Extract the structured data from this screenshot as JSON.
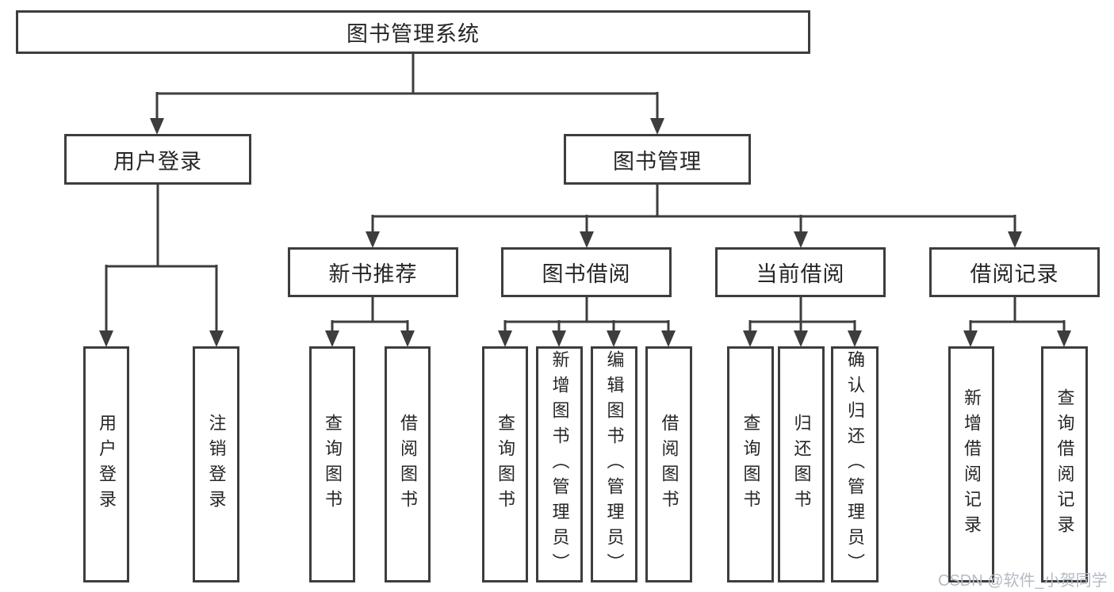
{
  "title": "图书管理系统",
  "colors": {
    "line": "#3d3d3d",
    "box_border": "#3d3d3d",
    "text": "#262626",
    "watermark": "#b5bbc5",
    "background": "#ffffff"
  },
  "root": {
    "label": "图书管理系统"
  },
  "level2": [
    {
      "label": "用户登录"
    },
    {
      "label": "图书管理"
    }
  ],
  "level3": [
    {
      "label": "新书推荐"
    },
    {
      "label": "图书借阅"
    },
    {
      "label": "当前借阅"
    },
    {
      "label": "借阅记录"
    }
  ],
  "leaves": {
    "user_login_group": [
      {
        "label": "用户登录"
      },
      {
        "label": "注销登录"
      }
    ],
    "new_book_group": [
      {
        "label": "查询图书"
      },
      {
        "label": "借阅图书"
      }
    ],
    "book_borrow_group": [
      {
        "label": "查询图书"
      },
      {
        "label": "新增图书（管理员）"
      },
      {
        "label": "编辑图书（管理员）"
      },
      {
        "label": "借阅图书"
      }
    ],
    "current_borrow_group": [
      {
        "label": "查询图书"
      },
      {
        "label": "归还图书"
      },
      {
        "label": "确认归还（管理员）"
      }
    ],
    "borrow_record_group": [
      {
        "label": "新增借阅记录"
      },
      {
        "label": "查询借阅记录"
      }
    ]
  },
  "watermark": {
    "label": "CSDN @软件_小贺同学"
  }
}
